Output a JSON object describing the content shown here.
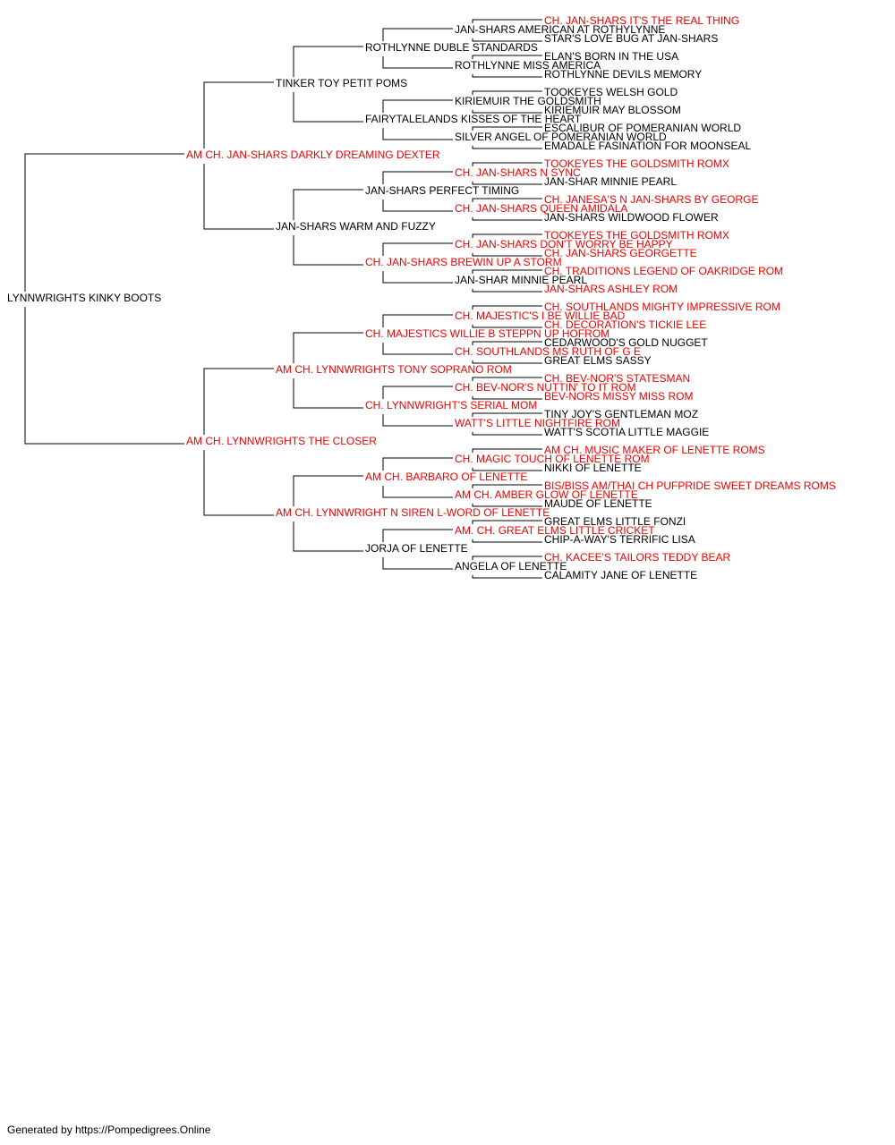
{
  "colors": {
    "champion": "#ee0000",
    "normal": "#000000",
    "line": "#000000"
  },
  "pedigree": {
    "name": "LYNNWRIGHTS KINKY BOOTS",
    "champion": false,
    "sire": {
      "name": "AM CH. JAN-SHARS DARKLY DREAMING DEXTER",
      "champion": true,
      "sire": {
        "name": "TINKER TOY PETIT POMS",
        "champion": false,
        "sire": {
          "name": "ROTHLYNNE DUBLE STANDARDS",
          "champion": false,
          "sire": {
            "name": "JAN-SHARS AMERICAN AT ROTHYLYNNE",
            "champion": false,
            "sire": {
              "name": "CH. JAN-SHARS IT'S THE REAL THING",
              "champion": true
            },
            "dam": {
              "name": "STAR'S LOVE BUG AT JAN-SHARS",
              "champion": false
            }
          },
          "dam": {
            "name": "ROTHLYNNE MISS AMERICA",
            "champion": false,
            "sire": {
              "name": "ELAN'S BORN IN THE USA",
              "champion": false
            },
            "dam": {
              "name": "ROTHLYNNE DEVILS MEMORY",
              "champion": false
            }
          }
        },
        "dam": {
          "name": "FAIRYTALELANDS KISSES OF THE HEART",
          "champion": false,
          "sire": {
            "name": "KIRIEMUIR THE GOLDSMITH",
            "champion": false,
            "sire": {
              "name": "TOOKEYES WELSH GOLD",
              "champion": false
            },
            "dam": {
              "name": "KIRIEMUIR MAY BLOSSOM",
              "champion": false
            }
          },
          "dam": {
            "name": "SILVER ANGEL OF POMERANIAN WORLD",
            "champion": false,
            "sire": {
              "name": "ESCALIBUR OF POMERANIAN WORLD",
              "champion": false
            },
            "dam": {
              "name": "EMADALE FASINATION FOR MOONSEAL",
              "champion": false
            }
          }
        }
      },
      "dam": {
        "name": "JAN-SHARS WARM AND FUZZY",
        "champion": false,
        "sire": {
          "name": "JAN-SHARS PERFECT TIMING",
          "champion": false,
          "sire": {
            "name": "CH. JAN-SHARS N SYNC",
            "champion": true,
            "sire": {
              "name": "TOOKEYES THE GOLDSMITH ROMX",
              "champion": true
            },
            "dam": {
              "name": "JAN-SHAR MINNIE PEARL",
              "champion": false
            }
          },
          "dam": {
            "name": "CH. JAN-SHARS QUEEN AMIDALA",
            "champion": true,
            "sire": {
              "name": "CH. JANESA'S N JAN-SHARS BY GEORGE",
              "champion": true
            },
            "dam": {
              "name": "JAN-SHARS WILDWOOD FLOWER",
              "champion": false
            }
          }
        },
        "dam": {
          "name": "CH. JAN-SHARS BREWIN UP A STORM",
          "champion": true,
          "sire": {
            "name": "CH. JAN-SHARS DON'T WORRY BE HAPPY",
            "champion": true,
            "sire": {
              "name": "TOOKEYES THE GOLDSMITH ROMX",
              "champion": true
            },
            "dam": {
              "name": "CH. JAN-SHARS GEORGETTE",
              "champion": true
            }
          },
          "dam": {
            "name": "JAN-SHAR MINNIE PEARL",
            "champion": false,
            "sire": {
              "name": "CH. TRADITIONS LEGEND OF OAKRIDGE ROM",
              "champion": true
            },
            "dam": {
              "name": "JAN-SHARS ASHLEY ROM",
              "champion": true
            }
          }
        }
      }
    },
    "dam": {
      "name": "AM CH. LYNNWRIGHTS THE CLOSER",
      "champion": true,
      "sire": {
        "name": "AM CH. LYNNWRIGHTS TONY SOPRANO ROM",
        "champion": true,
        "sire": {
          "name": "CH. MAJESTICS WILLIE B STEPPN UP HOFROM",
          "champion": true,
          "sire": {
            "name": "CH. MAJESTIC'S I BE WILLIE BAD",
            "champion": true,
            "sire": {
              "name": "CH. SOUTHLANDS MIGHTY IMPRESSIVE ROM",
              "champion": true
            },
            "dam": {
              "name": "CH. DECORATION'S TICKIE LEE",
              "champion": true
            }
          },
          "dam": {
            "name": "CH. SOUTHLANDS MS RUTH OF G E",
            "champion": true,
            "sire": {
              "name": "CEDARWOOD'S GOLD NUGGET",
              "champion": false
            },
            "dam": {
              "name": "GREAT ELMS SASSY",
              "champion": false
            }
          }
        },
        "dam": {
          "name": "CH. LYNNWRIGHT'S SERIAL MOM",
          "champion": true,
          "sire": {
            "name": "CH. BEV-NOR'S NUTTIN' TO IT ROM",
            "champion": true,
            "sire": {
              "name": "CH. BEV-NOR'S STATESMAN",
              "champion": true
            },
            "dam": {
              "name": "BEV-NORS MISSY MISS ROM",
              "champion": true
            }
          },
          "dam": {
            "name": "WATT'S LITTLE NIGHTFIRE ROM",
            "champion": true,
            "sire": {
              "name": "TINY JOY'S GENTLEMAN MOZ",
              "champion": false
            },
            "dam": {
              "name": "WATT'S SCOTIA LITTLE MAGGIE",
              "champion": false
            }
          }
        }
      },
      "dam": {
        "name": "AM CH. LYNNWRIGHT N SIREN L-WORD OF LENETTE",
        "champion": true,
        "sire": {
          "name": "AM CH. BARBARO OF LENETTE",
          "champion": true,
          "sire": {
            "name": "CH. MAGIC TOUCH OF LENETTE ROM",
            "champion": true,
            "sire": {
              "name": "AM CH. MUSIC MAKER OF LENETTE ROMS",
              "champion": true
            },
            "dam": {
              "name": "NIKKI OF LENETTE",
              "champion": false
            }
          },
          "dam": {
            "name": "AM CH. AMBER GLOW OF LENETTE",
            "champion": true,
            "sire": {
              "name": "BIS/BISS AM/THAI CH PUFPRIDE SWEET DREAMS ROMS",
              "champion": true
            },
            "dam": {
              "name": "MAUDE OF LENETTE",
              "champion": false
            }
          }
        },
        "dam": {
          "name": "JORJA OF LENETTE",
          "champion": false,
          "sire": {
            "name": "AM. CH. GREAT ELMS LITTLE CRICKET",
            "champion": true,
            "sire": {
              "name": "GREAT ELMS LITTLE FONZI",
              "champion": false
            },
            "dam": {
              "name": "CHIP-A-WAY'S TERRIFIC LISA",
              "champion": false
            }
          },
          "dam": {
            "name": "ANGELA OF LENETTE",
            "champion": false,
            "sire": {
              "name": "CH. KACEE'S TAILORS TEDDY BEAR",
              "champion": true
            },
            "dam": {
              "name": "CALAMITY JANE OF LENETTE",
              "champion": false
            }
          }
        }
      }
    }
  },
  "footer": {
    "text": "Generated by https://Pompedigrees.Online"
  }
}
